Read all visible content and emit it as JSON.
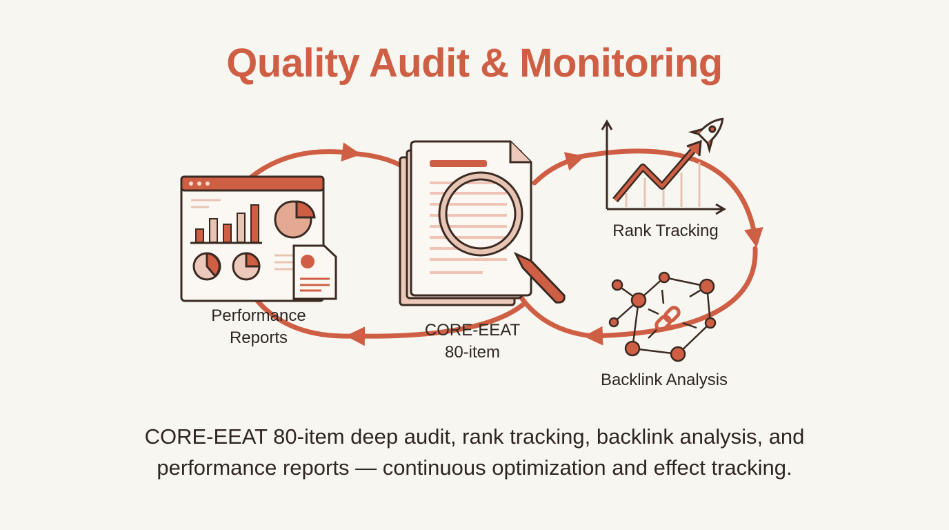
{
  "title": "Quality Audit & Monitoring",
  "nodes": {
    "performance": {
      "line1": "Performance",
      "line2": "Reports"
    },
    "audit": {
      "line1": "CORE-EEAT",
      "line2": "80-item"
    },
    "rank": {
      "label": "Rank Tracking"
    },
    "backlink": {
      "label": "Backlink Analysis"
    }
  },
  "caption": {
    "line1": "CORE-EEAT 80-item deep audit, rank tracking, backlink analysis, and",
    "line2": "performance reports — continuous optimization and effect tracking."
  },
  "colors": {
    "accent": "#cf5f44",
    "outline": "#3a2a22",
    "light": "#e8c4b4",
    "background": "#f8f6f1"
  }
}
